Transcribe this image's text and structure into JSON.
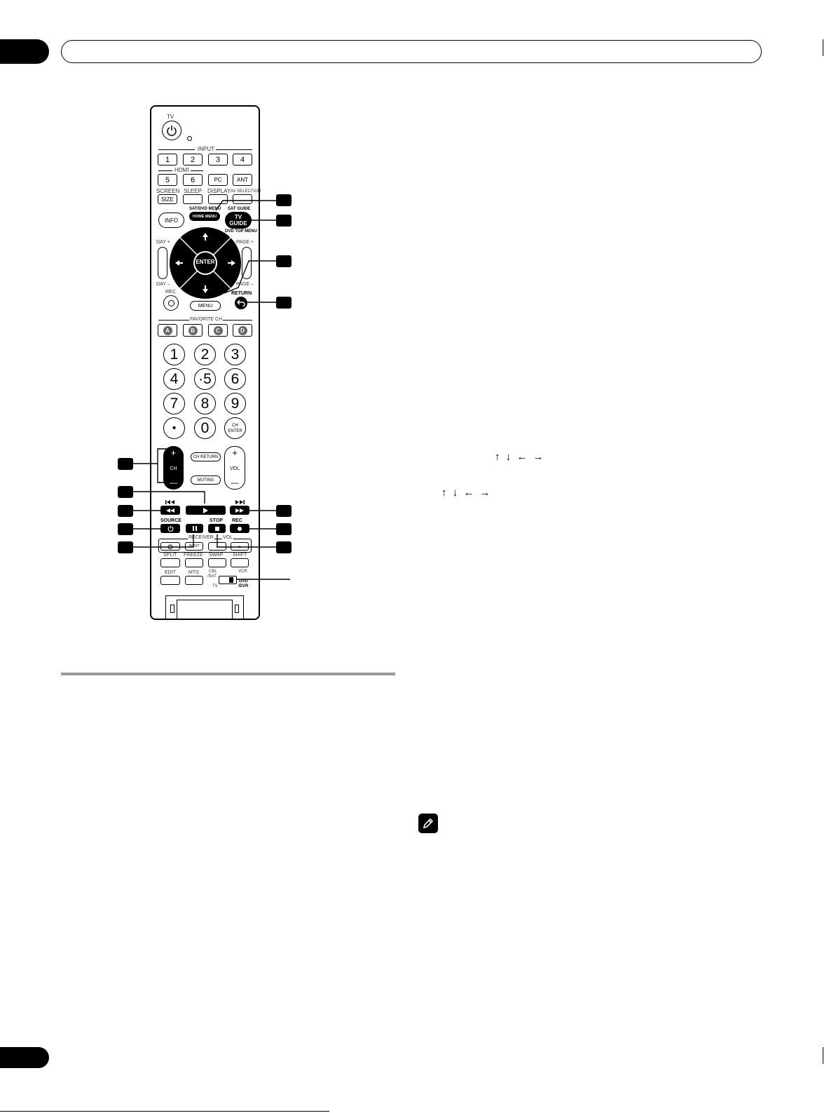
{
  "remote": {
    "tv_label": "TV",
    "input_label": "INPUT",
    "hdmi_label": "HDMI",
    "input_keys": [
      "1",
      "2",
      "3",
      "4"
    ],
    "hdmi_keys": [
      "5",
      "6",
      "PC",
      "ANT"
    ],
    "screen_size": "SCREEN",
    "size_key": "SIZE",
    "sleep": "SLEEP",
    "display": "DISPLAY",
    "av_selection": "AV SELECTION",
    "sat_dvd_menu": "SAT/DVD MENU",
    "home_menu": "HOME MENU",
    "sat_guide": "SAT GUIDE",
    "tv_guide_line1": "TV",
    "tv_guide_line2": "GUIDE",
    "dvd_top_menu": "DVD TOP MENU",
    "info": "INFO",
    "day_plus": "DAY +",
    "day_minus": "DAY –",
    "page_plus": "PAGE +",
    "page_minus": "PAGE –",
    "enter": "ENTER",
    "rec": "REC",
    "menu": "MENU",
    "return": "RETURN",
    "favorite_ch": "FAVORITE CH",
    "favorites": [
      "A",
      "B",
      "C",
      "D"
    ],
    "numbers": [
      "1",
      "2",
      "3",
      "4",
      "·5",
      "6",
      "7",
      "8",
      "9",
      "•",
      "0"
    ],
    "ch_enter_line1": "CH",
    "ch_enter_line2": "ENTER",
    "ch_return": "CH RETURN",
    "muting": "MUTING",
    "ch": "CH",
    "vol": "VOL",
    "plus": "+",
    "minus": "—",
    "source": "SOURCE",
    "stop": "STOP",
    "rec_label": "REC",
    "receiver": "RECEIVER",
    "receiver_vol": "VOL",
    "input_small": "INPUT",
    "vol_minus": "–",
    "vol_plus": "+",
    "split": "SPLIT",
    "freeze": "FREEZE",
    "swap": "SWAP",
    "shift": "SHIFT",
    "edit": "EDIT",
    "mts": "MTS",
    "cbl_sat_line1": "CBL",
    "cbl_sat_line2": "/SAT",
    "tv_small": "TV",
    "vcr": "VCR",
    "dvd_line1": "DVD",
    "dvd_line2": "/DVR"
  },
  "body": {
    "arrows1": "↑ ↓ ← →",
    "arrows2": "↑ ↓ ← →"
  }
}
